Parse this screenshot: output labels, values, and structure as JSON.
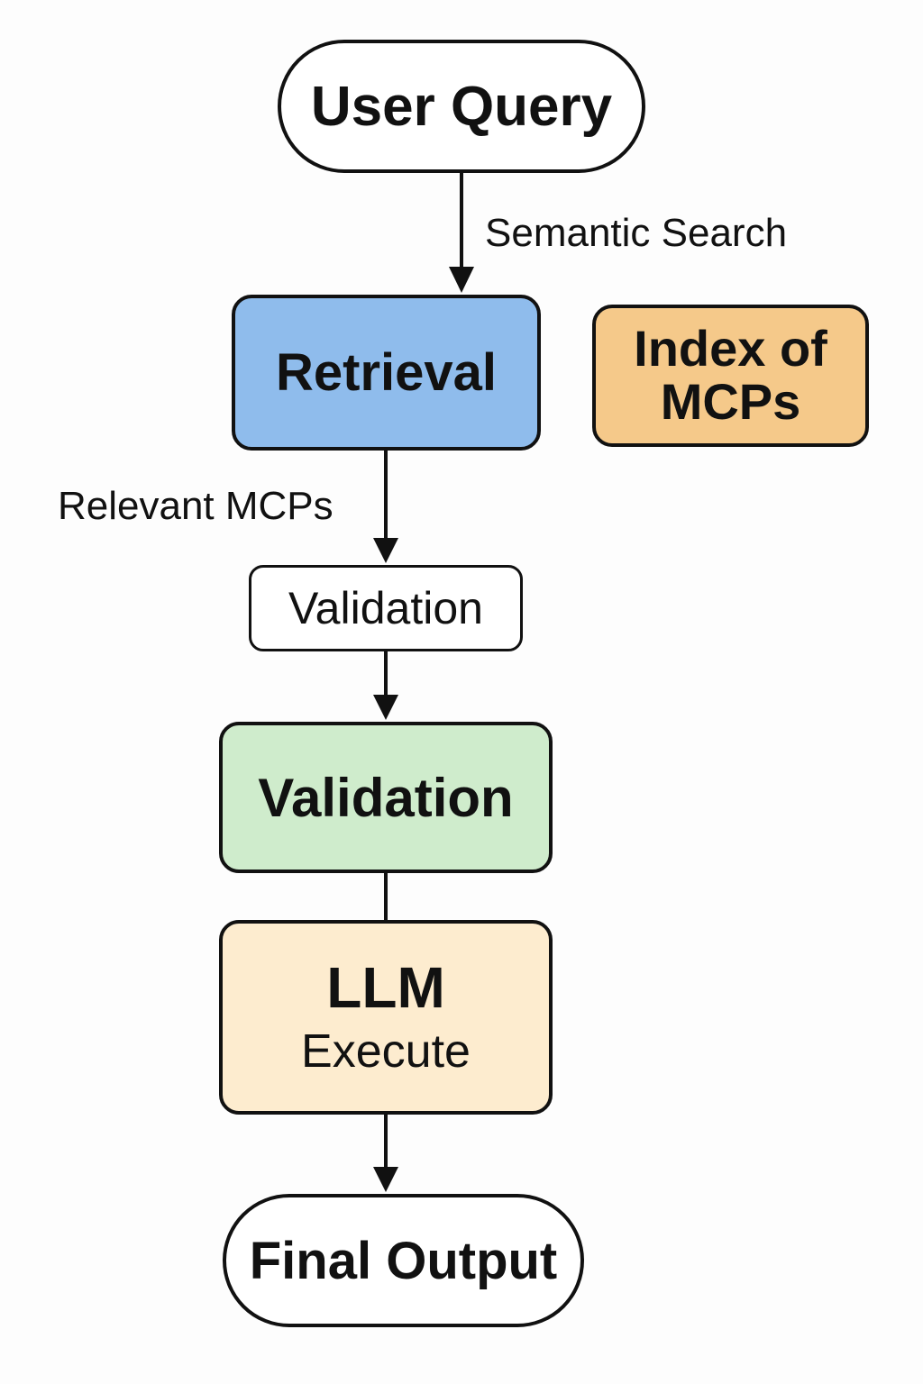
{
  "nodes": {
    "user_query": "User Query",
    "retrieval": "Retrieval",
    "index": "Index of MCPs",
    "validation_1": "Validation",
    "validation_2": "Validation",
    "llm_title": "LLM",
    "llm_subtitle": "Execute",
    "final_output": "Final Output"
  },
  "edges": {
    "semantic_search": "Semantic Search",
    "relevant_mcps": "Relevant MCPs"
  },
  "colors": {
    "retrieval": "#8fbcec",
    "index": "#f5c98a",
    "validation": "#cfeccc",
    "llm": "#fdeccf",
    "stroke": "#111111"
  }
}
